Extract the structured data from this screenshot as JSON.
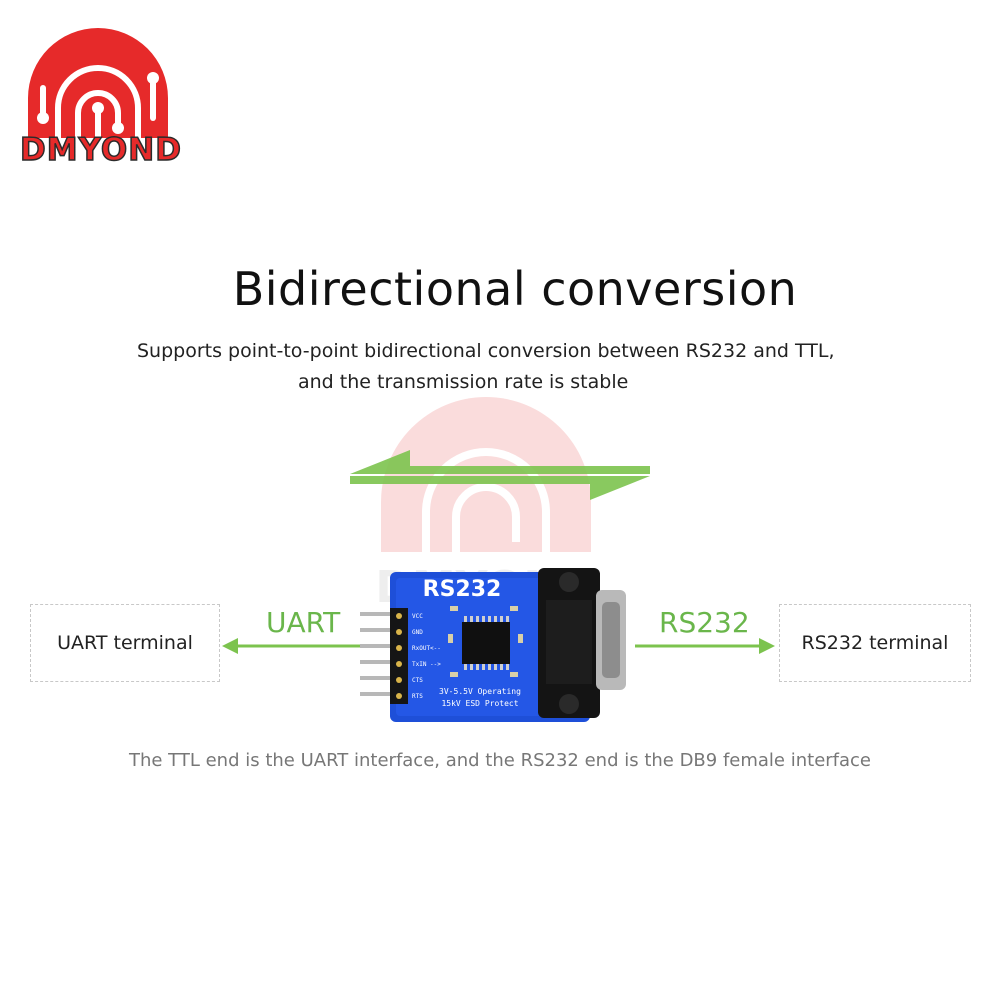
{
  "brand": {
    "name": "DMYOND",
    "color": "#e62a2a"
  },
  "heading": {
    "title": "Bidirectional conversion",
    "subtitle_line1": "Supports point-to-point bidirectional conversion between RS232 and TTL,",
    "subtitle_line2": "and the transmission rate is stable"
  },
  "diagram": {
    "left_terminal": "UART terminal",
    "right_terminal": "RS232 terminal",
    "left_link_label": "UART",
    "right_link_label": "RS232",
    "accent_color": "#6ab64b",
    "board": {
      "title": "RS232",
      "pins": [
        "VCC",
        "GND",
        "RxOUT<--",
        "TxIN -->",
        "CTS",
        "RTS"
      ],
      "line1": "3V-5.5V Operating",
      "line2": "15kV ESD Protect"
    }
  },
  "caption": "The TTL end is the UART interface, and the RS232 end is the DB9 female interface"
}
